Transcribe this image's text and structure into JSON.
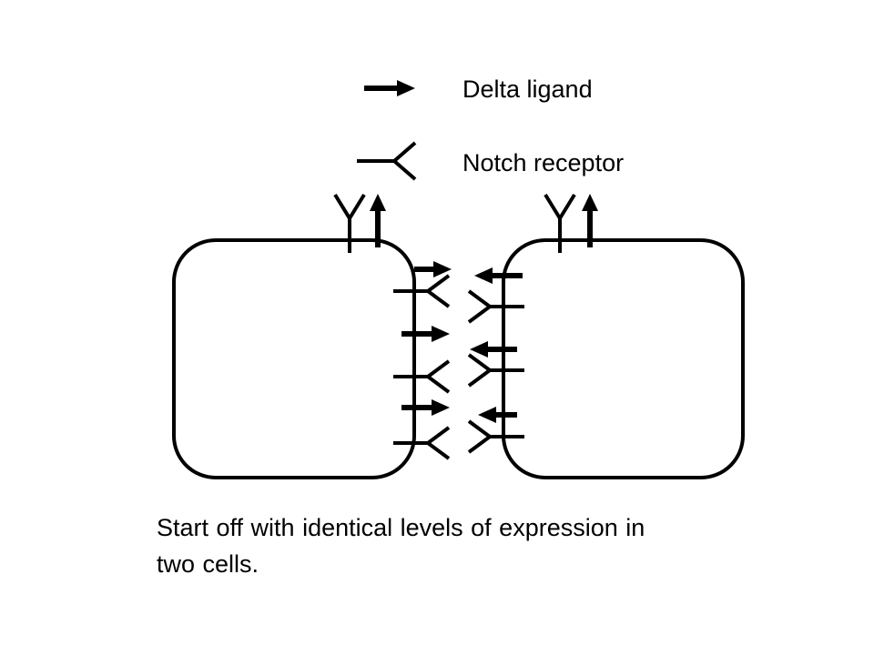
{
  "legend": {
    "delta_label": "Delta ligand",
    "notch_label": "Notch receptor"
  },
  "caption": {
    "line1": "Start off with identical levels of expression in",
    "line2": "two cells."
  },
  "colors": {
    "stroke": "#000000",
    "background": "#ffffff"
  }
}
